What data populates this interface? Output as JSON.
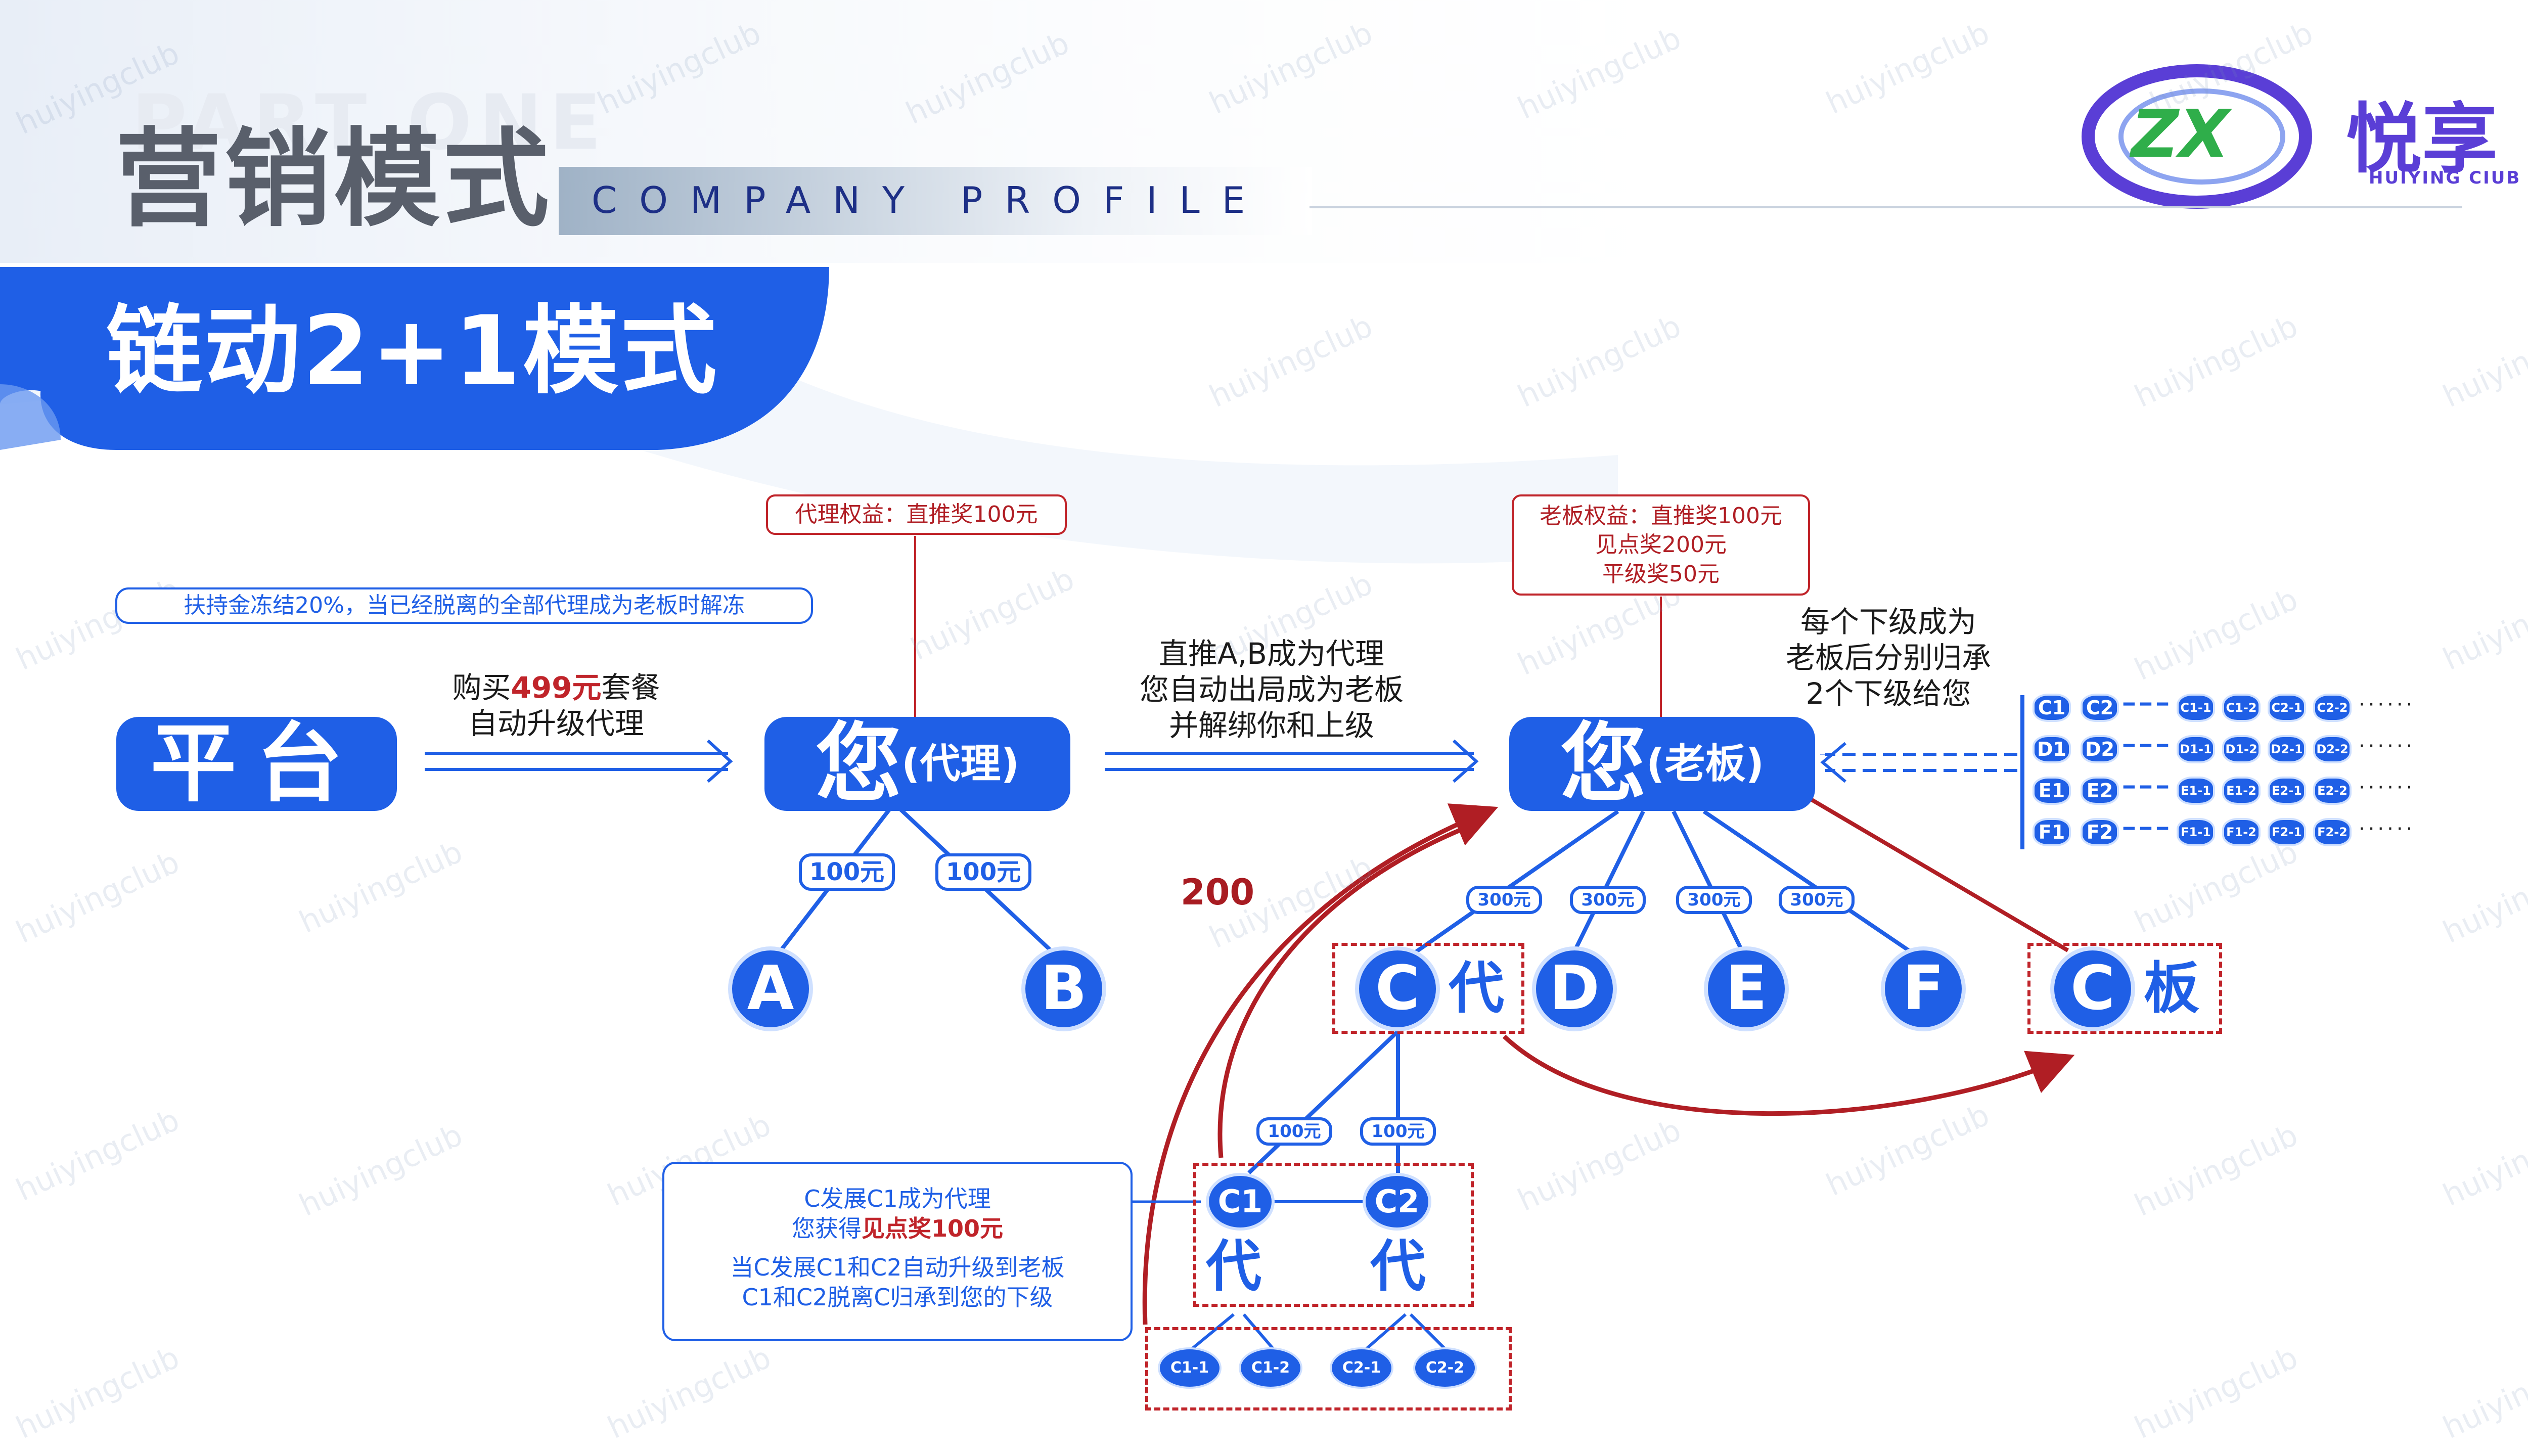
{
  "header": {
    "part_label": "PART ONE",
    "title": "营销模式",
    "subtitle": "COMPANY PROFILE",
    "section_title": "链动2+1模式"
  },
  "logo": {
    "name_cn": "悦享",
    "name_en": "HUIYING CIUB",
    "mark": "ZX"
  },
  "watermark": "huiyingclub",
  "nodes": {
    "platform": "平台",
    "you_agent_main": "您",
    "you_agent_sub": "(代理)",
    "you_boss_main": "您",
    "you_boss_sub": "(老板)",
    "a": "A",
    "b": "B",
    "c": "C",
    "c_agent_suffix": "代",
    "c_boss_suffix": "板",
    "d": "D",
    "e": "E",
    "f": "F",
    "c1": "C1",
    "c2": "C2",
    "c1_suffix": "代",
    "c2_suffix": "代"
  },
  "amounts": {
    "agent_reward": "100元",
    "boss_reward": "300元",
    "c_reward": "100元",
    "curve_reward": "200"
  },
  "notes": {
    "freeze": "扶持金冻结20%，当已经脱离的全部代理成为老板时解冻",
    "agent_rights": "代理权益：直推奖100元",
    "boss_rights_1": "老板权益：直推奖100元",
    "boss_rights_2": "见点奖200元",
    "boss_rights_3": "平级奖50元"
  },
  "steps": {
    "buy_1a": "购买",
    "buy_1b": "499元",
    "buy_1c": "套餐",
    "buy_2": "自动升级代理",
    "promote_1": "直推A,B成为代理",
    "promote_2": "您自动出局成为老板",
    "promote_3": "并解绑你和上级",
    "inherit_1": "每个下级成为",
    "inherit_2": "老板后分别归承",
    "inherit_3": "2个下级给您"
  },
  "explain": {
    "line1": "C发展C1成为代理",
    "line2a": "您获得",
    "line2b": "见点奖100元",
    "line3": "当C发展C1和C2自动升级到老板",
    "line4": "C1和C2脱离C归承到您的下级"
  },
  "grid": {
    "rows": [
      [
        "C1",
        "C2",
        "C1-1",
        "C1-2",
        "C2-1",
        "C2-2"
      ],
      [
        "D1",
        "D2",
        "D1-1",
        "D1-2",
        "D2-1",
        "D2-2"
      ],
      [
        "E1",
        "E2",
        "E1-1",
        "E1-2",
        "E2-1",
        "E2-2"
      ],
      [
        "F1",
        "F2",
        "F1-1",
        "F1-2",
        "F2-1",
        "F2-2"
      ]
    ],
    "ellipsis": "······",
    "dash": "━ ━ ━"
  },
  "bottom_children": [
    "C1-1",
    "C1-2",
    "C2-1",
    "C2-2"
  ],
  "colors": {
    "primary_blue": "#1f5fe6",
    "accent_red": "#c0242a",
    "logo_purple": "#5a3ed6",
    "logo_green": "#2fae4a"
  }
}
